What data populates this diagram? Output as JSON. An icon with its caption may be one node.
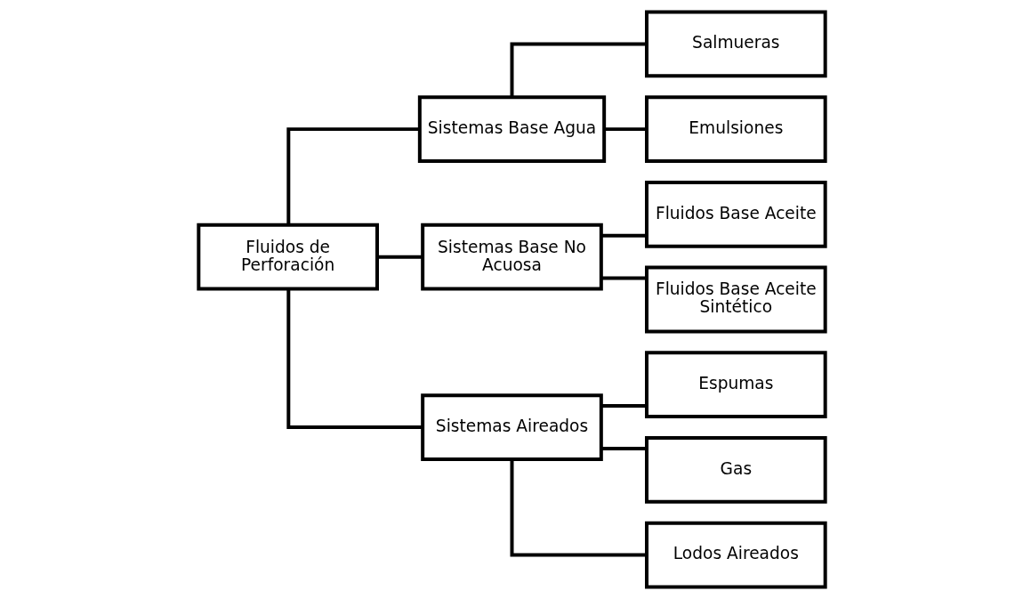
{
  "diagram": {
    "nodes": [
      {
        "text": [
          "Fluidos de Perforación"
        ]
      },
      {
        "text": [
          "Sistemas Base Agua"
        ]
      },
      {
        "text": [
          "Salmueras"
        ]
      },
      {
        "text": [
          "Emulsiones"
        ]
      },
      {
        "text": [
          "Sistemas Base No Acuosa"
        ]
      },
      {
        "text": [
          "Fluidos Base Aceite"
        ]
      },
      {
        "text": [
          "Fluidos Base Aceite Sintético"
        ]
      },
      {
        "text": [
          "Sistemas Aireados"
        ]
      },
      {
        "text": [
          "Espumas"
        ]
      },
      {
        "text": [
          "Gas"
        ]
      },
      {
        "text": [
          "Lodos Aireados"
        ]
      }
    ],
    "edges": [
      {
        "from": 0,
        "to": 1,
        "arrow": "none"
      },
      {
        "from": 0,
        "to": 4,
        "arrow": "none"
      },
      {
        "from": 0,
        "to": 7,
        "arrow": "none"
      },
      {
        "from": 1,
        "to": 2,
        "arrow": "none"
      },
      {
        "from": 1,
        "to": 3,
        "arrow": "none"
      },
      {
        "from": 4,
        "to": 5,
        "arrow": "none"
      },
      {
        "from": 4,
        "to": 6,
        "arrow": "none"
      },
      {
        "from": 7,
        "to": 8,
        "arrow": "none"
      },
      {
        "from": 7,
        "to": 9,
        "arrow": "none"
      },
      {
        "from": 7,
        "to": 10,
        "arrow": "none"
      }
    ]
  }
}
